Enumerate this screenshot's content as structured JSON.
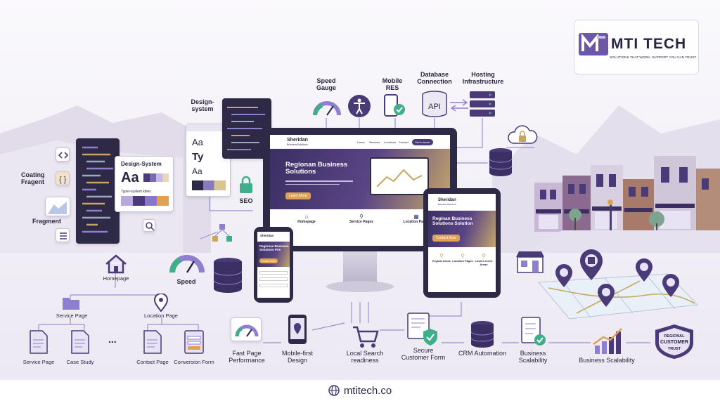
{
  "brand": {
    "name": "MTI TECH",
    "tagline": "SOLUTIONS THAT WORK, SUPPORT YOU CAN TRUST",
    "url": "mtitech.co"
  },
  "colors": {
    "primary": "#4a3a78",
    "accent": "#e0a252",
    "green": "#3fae8a",
    "dark": "#2e2a45",
    "light": "#f3f1f7"
  },
  "top_labels": {
    "design_system": "Design-\nsystem",
    "speed_gauge": "Speed\nGauge",
    "mobile_res": "Mobile\nRES",
    "database_connection": "Database\nConnection",
    "hosting_infrastructure": "Hosting\nInfrastructure",
    "api": "API",
    "seo": "SEO"
  },
  "left_labels": {
    "coating_fragment": "Coating\nFragent",
    "fragment": "Fragment",
    "design_system_card_title": "Design-System",
    "type_system_kit": "Typer-system kities",
    "speed": "Speed"
  },
  "type_samples": [
    "Aa",
    "Ty",
    "Aa"
  ],
  "site": {
    "company": "Sheridan",
    "company_sub": "Business Solutions",
    "nav": [
      "Home",
      "Services",
      "Locations",
      "Contact"
    ],
    "nav_button": "Get in touch",
    "hero_title": "Regionan Business Solutions",
    "hero_cta": "Learn More",
    "features": [
      {
        "title": "Homepage"
      },
      {
        "title": "Service Pages"
      },
      {
        "title": "Location Pages"
      }
    ],
    "tablet_hero": "Reginan Business Solutions Solution",
    "tablet_cta": "Contact Now",
    "tablet_features": [
      "Erginal Areas",
      "Location Pages",
      "Local Lecves Areas"
    ],
    "phone_hero": "Regionae Business Solutions Fire",
    "phone_cta": "Learn More"
  },
  "sitemap": {
    "homepage": "Homepage",
    "service_page": "Service Page",
    "location_page": "Location Page",
    "leaves": [
      "Service Page",
      "Case Study",
      "Contact Page",
      "Conversion Form"
    ],
    "ellipsis": "..."
  },
  "bottom_flow": [
    {
      "label": "Fast Page\nPerformance",
      "icon": "gauge-icon"
    },
    {
      "label": "Mobile-first\nDesign",
      "icon": "phone-pin-icon"
    },
    {
      "label": "Local Search\nreadiness",
      "icon": "cart-icon"
    },
    {
      "label": "Secure\nCustomer Form",
      "icon": "shield-form-icon"
    },
    {
      "label": "CRM Automation",
      "icon": "database-icon"
    },
    {
      "label": "Business\nScalability",
      "icon": "checklist-icon"
    },
    {
      "label": "Business Scalability",
      "icon": "growth-chart-icon"
    }
  ],
  "badge": {
    "line1": "REGIONAL",
    "line2": "CUSTOMER",
    "line3": "TRUST"
  }
}
